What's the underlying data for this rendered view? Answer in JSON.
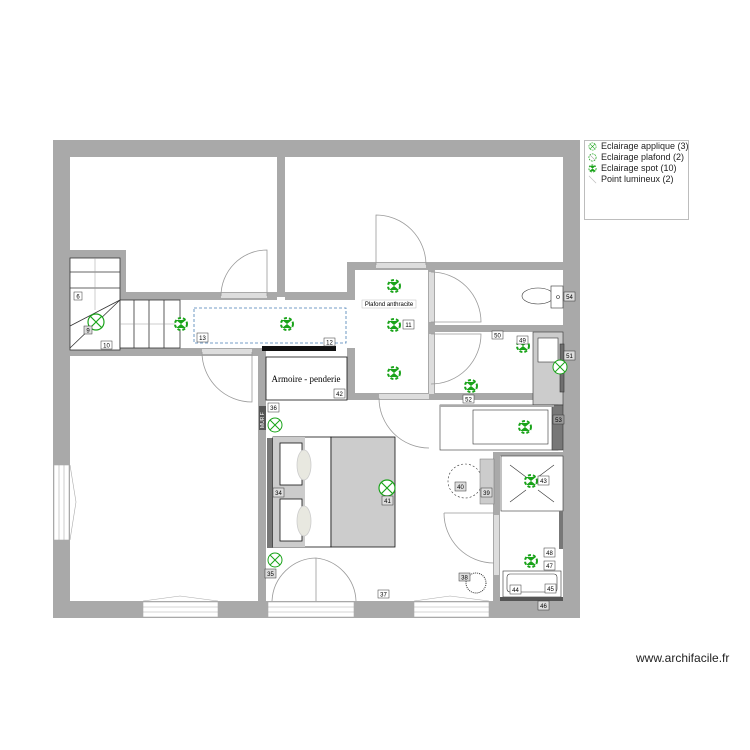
{
  "legend": {
    "items": [
      {
        "icon": "eclairage-applique-icon",
        "label": "Eclairage applique (3)"
      },
      {
        "icon": "eclairage-plafond-icon",
        "label": "Eclairage plafond (2)"
      },
      {
        "icon": "eclairage-spot-icon",
        "label": "Eclairage spot (10)"
      },
      {
        "icon": "point-lumineux-icon",
        "label": "Point lumineux (2)"
      }
    ]
  },
  "colors": {
    "wall": "#a9a9a9",
    "wall_dark": "#6e6e6e",
    "light_green": "#19a319",
    "furniture_fill": "#cccccc",
    "dashed_zone": "#4a7fb5"
  },
  "plan": {
    "labels": {
      "plafond": "Plafond anthracite",
      "armoire": "Armoire - penderie",
      "mur_f": "MUR F"
    },
    "tags": {
      "t6": "6",
      "t9": "9",
      "t10": "10",
      "t11": "11",
      "t12": "12",
      "t13": "13",
      "t34": "34",
      "t35": "35",
      "t36": "36",
      "t37": "37",
      "t38": "38",
      "t39": "39",
      "t40": "40",
      "t41": "41",
      "t42": "42",
      "t43": "43",
      "t44": "44",
      "t45": "45",
      "t46": "46",
      "t47": "47",
      "t48": "48",
      "t49": "49",
      "t50": "50",
      "t51": "51",
      "t52": "52",
      "t53": "53",
      "t54": "54"
    }
  },
  "footer": {
    "watermark": "www.archifacile.fr"
  }
}
